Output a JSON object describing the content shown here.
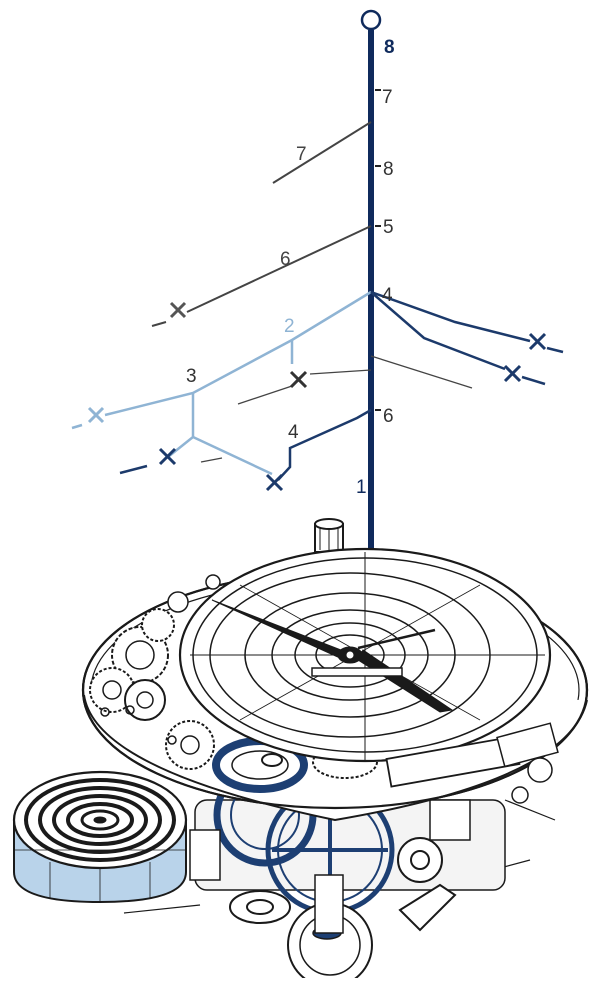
{
  "colors": {
    "stem": "#0f2a5c",
    "light_branch": "#8fb4d4",
    "dark_branch": "#1c3a6b",
    "grey_branch": "#444444",
    "ink": "#1a1a1a",
    "spring_fill": "#b9d3ea",
    "gear_blue": "#1d3f73"
  },
  "stem_labels": {
    "top": "8",
    "l7": "7",
    "l8": "8",
    "l5": "5",
    "l4": "4",
    "l6": "6",
    "l1": "1"
  },
  "branch_labels": {
    "b7": "7",
    "b6": "6",
    "b2": "2",
    "b3": "3",
    "b4": "4"
  },
  "icons": {
    "end_marker": "x-mark-icon",
    "top_node": "circle-node-icon"
  }
}
